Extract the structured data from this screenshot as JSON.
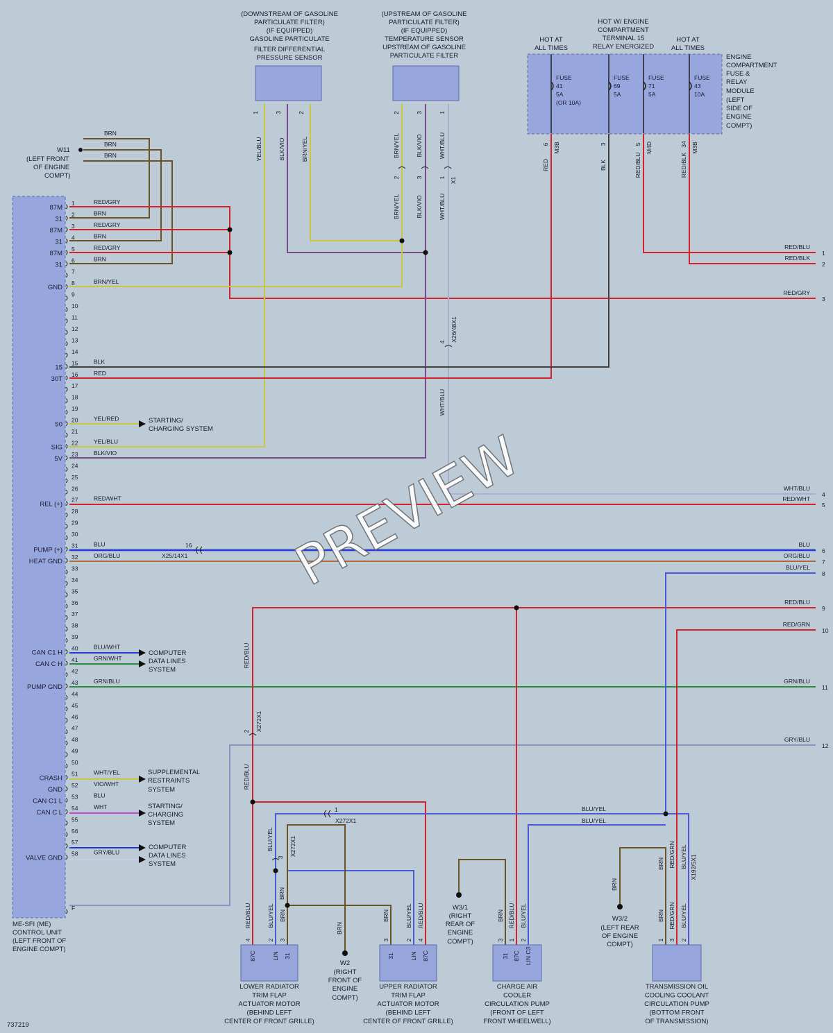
{
  "colors": {
    "background": "#bccbd6",
    "box": "#98a6de",
    "box_border": "#5f6aa8",
    "RED": "#d3212d",
    "BRN": "#6b5326",
    "BLU": "#1f35d6",
    "YEL": "#cbc544",
    "VIO": "#7a4a8e",
    "GRY": "#8a92a6",
    "WHT": "#c7d1e6",
    "BLK": "#202020",
    "GRN": "#2a8a3c",
    "ORG": "#c8783c"
  },
  "diagram_id": "737219",
  "watermark": "PREVIEW",
  "ecu": {
    "caption": [
      "ME-SFI (ME)",
      "CONTROL UNIT",
      "(LEFT FRONT OF",
      "ENGINE COMPT)"
    ],
    "side_labels": {
      "1": "87M",
      "2": "31",
      "3": "87M",
      "4": "31",
      "5": "87M",
      "6": "31",
      "8": "GND",
      "15": "15",
      "16": "30T",
      "20": "50",
      "22": "SIG",
      "23": "5V",
      "27": "REL (+)",
      "31": "PUMP (+)",
      "32": "HEAT GND",
      "40": "CAN C1 H",
      "41": "CAN C H",
      "43": "PUMP GND",
      "51": "CRASH",
      "52": "GND",
      "53": "CAN C1 L",
      "54": "CAN C L",
      "58": "VALVE GND"
    },
    "pins": [
      "1",
      "2",
      "3",
      "4",
      "5",
      "6",
      "7",
      "8",
      "9",
      "10",
      "11",
      "12",
      "13",
      "14",
      "15",
      "16",
      "17",
      "18",
      "19",
      "20",
      "21",
      "22",
      "23",
      "24",
      "25",
      "26",
      "27",
      "28",
      "29",
      "30",
      "31",
      "32",
      "33",
      "34",
      "35",
      "36",
      "37",
      "38",
      "39",
      "40",
      "41",
      "42",
      "43",
      "44",
      "45",
      "46",
      "47",
      "48",
      "49",
      "50",
      "51",
      "52",
      "53",
      "54",
      "55",
      "56",
      "57",
      "58",
      "F"
    ]
  },
  "wires": [
    {
      "pin": "1",
      "color": "RED/GRY"
    },
    {
      "pin": "2",
      "color": "BRN"
    },
    {
      "pin": "3",
      "color": "RED/GRY"
    },
    {
      "pin": "4",
      "color": "BRN"
    },
    {
      "pin": "5",
      "color": "RED/GRY"
    },
    {
      "pin": "6",
      "color": "BRN"
    },
    {
      "pin": "8",
      "color": "BRN/YEL"
    },
    {
      "pin": "15",
      "color": "BLK"
    },
    {
      "pin": "16",
      "color": "RED"
    },
    {
      "pin": "20",
      "color": "YEL/RED"
    },
    {
      "pin": "22",
      "color": "YEL/BLU"
    },
    {
      "pin": "23",
      "color": "BLK/VIO"
    },
    {
      "pin": "27",
      "color": "RED/WHT"
    },
    {
      "pin": "31",
      "color": "BLU"
    },
    {
      "pin": "32",
      "color": "ORG/BLU"
    },
    {
      "pin": "40",
      "color": "BLU/WHT"
    },
    {
      "pin": "41",
      "color": "GRN/WHT"
    },
    {
      "pin": "43",
      "color": "GRN/BLU"
    },
    {
      "pin": "51",
      "color": "WHT/YEL"
    },
    {
      "pin": "52",
      "color": "VIO/WHT"
    },
    {
      "pin": "53",
      "color": "BLU"
    },
    {
      "pin": "54",
      "color": "WHT"
    },
    {
      "pin": "58",
      "color": "GRY/BLU"
    }
  ],
  "references": {
    "starting_charging_1": [
      "STARTING/",
      "CHARGING SYSTEM"
    ],
    "data_lines_1": [
      "COMPUTER",
      "DATA LINES",
      "SYSTEM"
    ],
    "srs": [
      "SUPPLEMENTAL",
      "RESTRAINTS",
      "SYSTEM"
    ],
    "starting_charging_2": [
      "STARTING/",
      "CHARGING",
      "SYSTEM"
    ],
    "data_lines_2": [
      "COMPUTER",
      "DATA LINES",
      "SYSTEM"
    ]
  },
  "ground_w11": {
    "name": "W11",
    "caption": [
      "(LEFT FRONT",
      "OF ENGINE",
      "COMPT)"
    ],
    "wires": [
      "BRN",
      "BRN",
      "BRN"
    ]
  },
  "sensor_downstream": {
    "caption": [
      "(DOWNSTREAM OF GASOLINE",
      "PARTICULATE FILTER)",
      "(IF EQUIPPED)",
      "GASOLINE PARTICULATE",
      "FILTER DIFFERENTIAL",
      "PRESSURE SENSOR"
    ],
    "pins": [
      "1",
      "3",
      "2"
    ],
    "wires": [
      "YEL/BLU",
      "BLK/VIO",
      "BRN/YEL"
    ]
  },
  "sensor_upstream": {
    "caption": [
      "(UPSTREAM OF GASOLINE",
      "PARTICULATE FILTER)",
      "(IF EQUIPPED)",
      "TEMPERATURE SENSOR",
      "UPSTREAM OF GASOLINE",
      "PARTICULATE FILTER"
    ],
    "pins": [
      "2",
      "3",
      "1"
    ],
    "wires": [
      "BRN/YEL",
      "BLK/VIO",
      "WHT/BLU"
    ],
    "connector": "X1",
    "lower_pins": [
      "2",
      "3",
      "1"
    ]
  },
  "connector_x26": {
    "name": "X26/48X1",
    "pin": "4",
    "wire": "WHT/BLU"
  },
  "connector_x25": {
    "name": "X25/14X1",
    "pin": "16"
  },
  "fuse_box": {
    "caption": [
      "ENGINE",
      "COMPARTMENT",
      "FUSE &",
      "RELAY",
      "MODULE",
      "(LEFT",
      "SIDE OF",
      "ENGINE",
      "COMPT)"
    ],
    "headers": {
      "left": [
        "HOT AT",
        "ALL TIMES"
      ],
      "middle": [
        "HOT W/ ENGINE",
        "COMPARTMENT",
        "TERMINAL 15",
        "RELAY ENERGIZED"
      ],
      "right": [
        "HOT AT",
        "ALL TIMES"
      ]
    },
    "fuses": [
      {
        "label": [
          "FUSE",
          "41",
          "5A",
          "(OR 10A)"
        ],
        "pin": "6",
        "conn": "M3B",
        "wire": "RED"
      },
      {
        "label": [
          "FUSE",
          "69",
          "5A"
        ],
        "pin": "3",
        "conn": "",
        "wire": "BLK"
      },
      {
        "label": [
          "FUSE",
          "71",
          "5A"
        ],
        "pin": "5",
        "conn": "M4D",
        "wire": "RED/BLU"
      },
      {
        "label": [
          "FUSE",
          "43",
          "10A"
        ],
        "pin": "34",
        "conn": "M3B",
        "wire": "RED/BLK"
      }
    ]
  },
  "right_outputs": [
    {
      "num": "1",
      "color": "RED/BLU"
    },
    {
      "num": "2",
      "color": "RED/BLK"
    },
    {
      "num": "3",
      "color": "RED/GRY"
    },
    {
      "num": "4",
      "color": "WHT/BLU"
    },
    {
      "num": "5",
      "color": "RED/WHT"
    },
    {
      "num": "6",
      "color": "BLU"
    },
    {
      "num": "7",
      "color": "ORG/BLU"
    },
    {
      "num": "8",
      "color": "BLU/YEL"
    },
    {
      "num": "9",
      "color": "RED/BLU"
    },
    {
      "num": "10",
      "color": "RED/GRN"
    },
    {
      "num": "11",
      "color": "GRN/BLU"
    },
    {
      "num": "12",
      "color": "GRY/BLU"
    }
  ],
  "lower": {
    "x272x1_a": {
      "name": "X272X1",
      "pin": "2"
    },
    "x272x1_b": {
      "name": "X272X1",
      "pin": "1"
    },
    "x272x1_c": {
      "name": "X272X1",
      "pin": "3"
    },
    "x192": {
      "name": "X192/5X1"
    },
    "wire_labels": {
      "red_blu_v": "RED/BLU",
      "blu_yel_a": "BLU/YEL",
      "blu_yel_b": "BLU/YEL",
      "blu_yel_c": "BLU/YEL",
      "brn": "BRN",
      "red_grn": "RED/GRN"
    },
    "components": [
      {
        "id": "lower_trim",
        "pins": [
          "4",
          "2",
          "3"
        ],
        "terminals": [
          "87C",
          "LIN",
          "31"
        ],
        "wires": [
          "RED/BLU",
          "BLU/YEL",
          "BRN"
        ],
        "caption": [
          "LOWER RADIATOR",
          "TRIM FLAP",
          "ACTUATOR MOTOR",
          "(BEHIND LEFT",
          "CENTER OF FRONT GRILLE)"
        ]
      },
      {
        "id": "upper_trim",
        "pins": [
          "3",
          "2",
          "4"
        ],
        "terminals": [
          "31",
          "LIN",
          "87C"
        ],
        "wires": [
          "BRN",
          "BLU/YEL",
          "RED/BLU"
        ],
        "caption": [
          "UPPER RADIATOR",
          "TRIM FLAP",
          "ACTUATOR MOTOR",
          "(BEHIND LEFT",
          "CENTER OF FRONT GRILLE)"
        ]
      },
      {
        "id": "charge_pump",
        "pins": [
          "3",
          "1",
          "2"
        ],
        "terminals": [
          "31",
          "87C",
          "LIN C3"
        ],
        "wires": [
          "BRN",
          "RED/BLU",
          "BLU/YEL"
        ],
        "caption": [
          "CHARGE AIR",
          "COOLER",
          "CIRCULATION PUMP",
          "(FRONT OF LEFT",
          "FRONT WHEELWELL)"
        ]
      },
      {
        "id": "trans_pump",
        "pins": [
          "1",
          "3",
          "2"
        ],
        "terminals": [],
        "wires": [
          "BRN",
          "RED/GRN",
          "BLU/YEL"
        ],
        "caption": [
          "TRANSMISSION OIL",
          "COOLING COOLANT",
          "CIRCULATION PUMP",
          "(BOTTOM FRONT",
          "OF TRANSMISSION)"
        ]
      }
    ],
    "grounds": [
      {
        "name": "W2",
        "caption": [
          "(RIGHT",
          "FRONT OF",
          "ENGINE",
          "COMPT)"
        ],
        "wire": "BRN"
      },
      {
        "name": "W3/1",
        "caption": [
          "(RIGHT",
          "REAR OF",
          "ENGINE",
          "COMPT)"
        ]
      },
      {
        "name": "W3/2",
        "caption": [
          "(LEFT REAR",
          "OF ENGINE",
          "COMPT)"
        ],
        "wire": "BRN"
      }
    ]
  }
}
